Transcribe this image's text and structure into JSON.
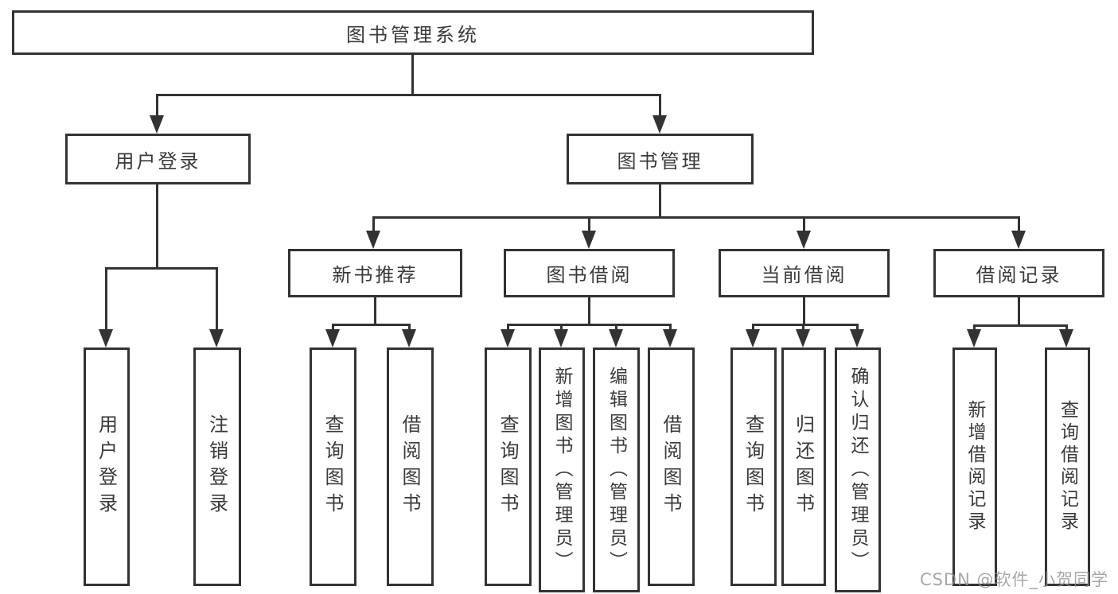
{
  "tree": {
    "root": "图书管理系统",
    "branches": [
      {
        "label": "用户登录",
        "children": [
          "用户登录",
          "注销登录"
        ]
      },
      {
        "label": "图书管理",
        "sections": [
          {
            "label": "新书推荐",
            "children": [
              "查询图书",
              "借阅图书"
            ]
          },
          {
            "label": "图书借阅",
            "children": [
              "查询图书",
              "新增图书（管理员）",
              "编辑图书（管理员）",
              "借阅图书"
            ]
          },
          {
            "label": "当前借阅",
            "children": [
              "查询图书",
              "归还图书",
              "确认归还（管理员）"
            ]
          },
          {
            "label": "借阅记录",
            "children": [
              "新增借阅记录",
              "查询借阅记录"
            ]
          }
        ]
      }
    ]
  },
  "watermark": {
    "text": "CSDN @软件_小贺同学"
  },
  "colors": {
    "line": "#333333",
    "text": "#3a3a3a",
    "watermark": "#919191",
    "background": "#ffffff"
  }
}
